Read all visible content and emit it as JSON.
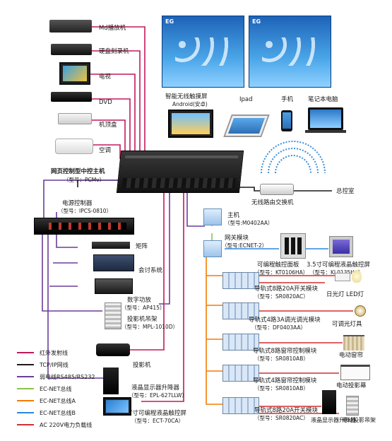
{
  "devices": {
    "md_player": "Md播放机",
    "hdd_recorder": "硬盘刻录机",
    "tv": "电视",
    "dvd": "DVD",
    "stb": "机顶盒",
    "ac": "空调",
    "host_title": "网页控制型中控主机",
    "host_model": "（型号：PCMv）",
    "power_ctrl_title": "电源控制器",
    "power_ctrl_model": "（型号：IPCS-0810）",
    "matrix": "矩阵",
    "conference": "会讨系统",
    "amp_title": "数字功放",
    "amp_model": "（型号：AP415）",
    "proj_lift_title": "投影机吊架",
    "proj_lift_model": "（型号：MPL-1010D）",
    "projector": "投影机",
    "lcd_lift_title": "液晶显示器升降器",
    "lcd_lift_model": "（型号：EPL-627LLW）",
    "panel7_title": "7寸可编程液晶触控屏",
    "panel7_model": "（型号：ECT-70CA）",
    "smart_touch_title": "智能无线触摸屏",
    "smart_touch_sub": "Android(安卓)",
    "ipad": "Ipad",
    "phone": "手机",
    "laptop": "笔记本电脑",
    "router": "无线路由交换机",
    "control_room": "总控室",
    "main_unit_title": "主机",
    "main_unit_model": "（型号:M0402AA）",
    "gateway_title": "网关模块",
    "gateway_model": "（型号:ECNET-2）",
    "kpanel_title": "可编程触控面板",
    "kpanel_model": "（型号：KT0106HA）",
    "lcd35_title": "3.5寸可编程液晶触控屏",
    "lcd35_model": "（型号：KL0135HA）",
    "sw8_1_title": "导轨式8路20A开关模块",
    "sw8_1_model": "（型号：SR0820AC）",
    "fluor_lamp": "日光灯",
    "led_lamp": "LED灯",
    "dim4_title": "导轨式4路3A调光调光模块",
    "dim4_model": "（型号：DF0403AA）",
    "dim_lamp": "可调光灯具",
    "curtain1_title": "导轨式8路窗帘控制模块",
    "curtain1_model": "（型号：SR0810AB）",
    "elec_curtain": "电动窗帘",
    "curtain2_title": "导轨式4路窗帘控制模块",
    "curtain2_model": "（型号：SR0810AB）",
    "proj_screen": "电动投影幕",
    "sw8_2_title": "导轨式8路20A开关模块",
    "sw8_2_model": "（型号：SR0820AC）",
    "lcd_lift2": "液晶显示器升降器",
    "elec_proj_lift": "电动投影吊架"
  },
  "legend": [
    {
      "label": "红外发射线",
      "color": "#c2185b"
    },
    {
      "label": "TCP/IP网线",
      "color": "#1a1a1a"
    },
    {
      "label": "弱电线RS485/RS232",
      "color": "#6a3d9a"
    },
    {
      "label": "EC-NET总线",
      "color": "#8bc34a"
    },
    {
      "label": "EC-NET总线A",
      "color": "#f57c00"
    },
    {
      "label": "EC-NET总线B",
      "color": "#2e86de"
    },
    {
      "label": "AC 220V电力负载线",
      "color": "#d32f2f"
    }
  ],
  "colors": {
    "ir": "#c2185b",
    "tcp": "#1a1a1a",
    "rs485": "#6a3d9a",
    "ecnet": "#8bc34a",
    "ecnet_a": "#f57c00",
    "ecnet_b": "#2e86de",
    "ac": "#d32f2f",
    "screen_blue": "#3b8ed8"
  },
  "screens": {
    "brand": "EG"
  }
}
